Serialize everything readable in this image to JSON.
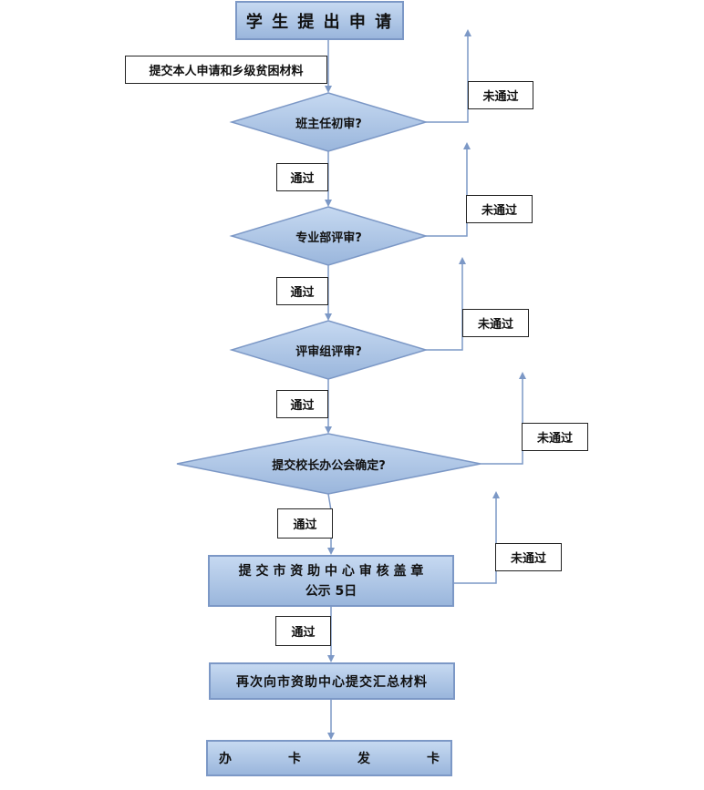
{
  "start": "学 生 提 出 申 请",
  "submit_note": "提交本人申请和乡级贫困材料",
  "decisions": [
    "班主任初审?",
    "专业部评审?",
    "评审组评审?",
    "提交校长办公会确定?"
  ],
  "pass_label": "通过",
  "fail_label": "未通过",
  "city_review": {
    "line1": "提 交 市 资 助 中 心 审 核 盖 章",
    "line2": "公示 5日"
  },
  "resubmit": "再次向市资助中心提交汇总材料",
  "card": [
    "办",
    "卡",
    "发",
    "卡"
  ],
  "colors": {
    "fill": "#b4cbe8",
    "border": "#7c98c6",
    "connector": "#7c98c6"
  }
}
